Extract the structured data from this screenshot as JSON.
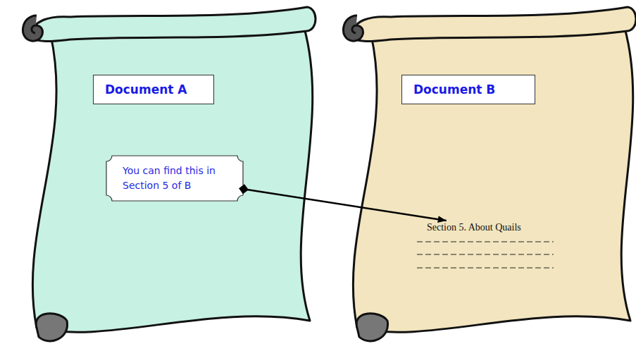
{
  "diagram": {
    "nodes": [
      {
        "text": [
          "Document A"
        ]
      },
      {
        "text": [
          "You can find this in Section 5 of B"
        ]
      },
      {
        "text": [
          "Document B"
        ]
      },
      {
        "text": [
          "Section 5. About Quails"
        ]
      }
    ],
    "edges": [
      {
        "from": 1,
        "to": 3,
        "arrow": "to"
      }
    ]
  }
}
